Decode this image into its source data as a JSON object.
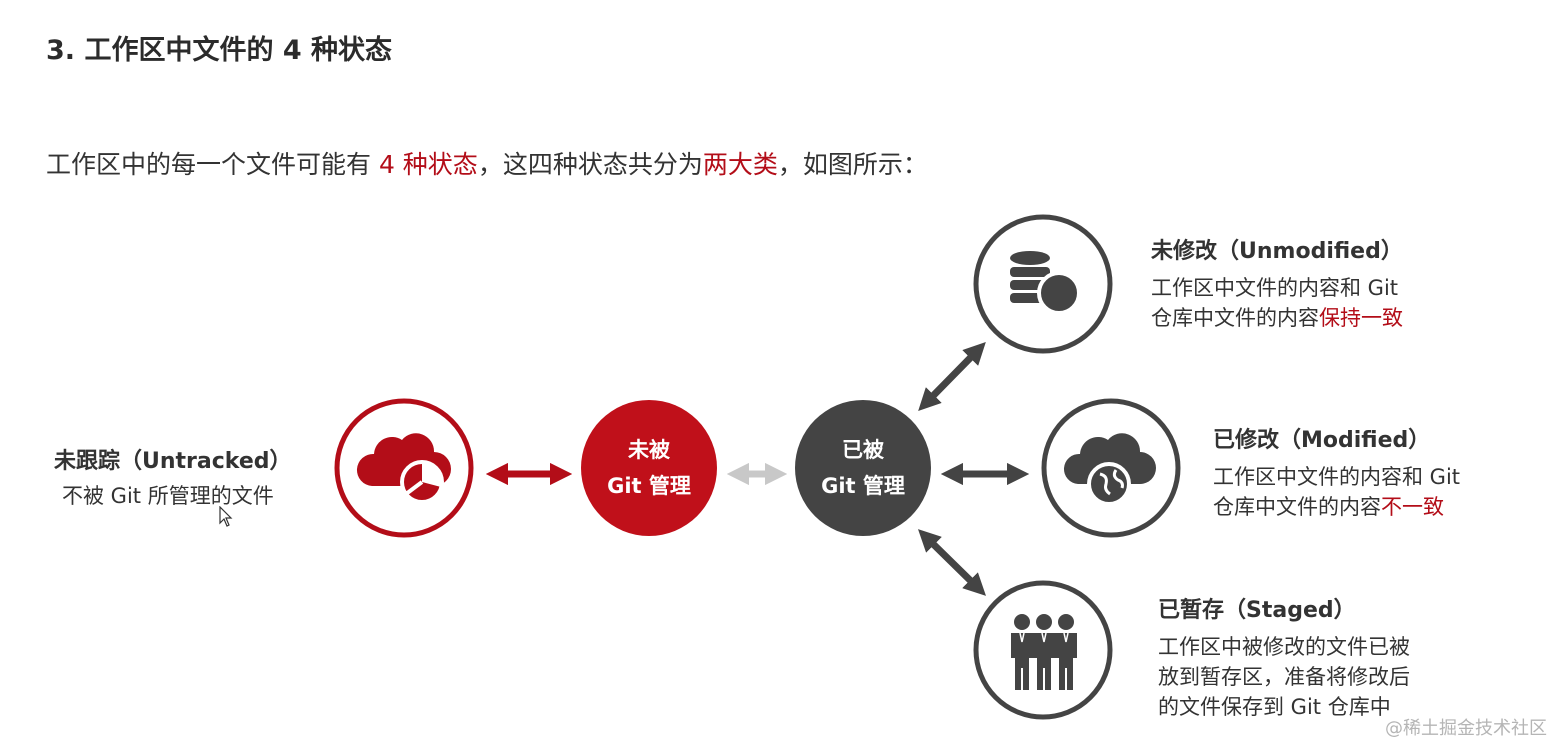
{
  "title": "3. 工作区中文件的 4 种状态",
  "intro": {
    "part1": "工作区中的每一个文件可能有 ",
    "highlight1": "4 种状态",
    "part2": "，这四种状态共分为",
    "highlight2": "两大类",
    "part3": "，如图所示："
  },
  "untracked": {
    "heading": "未跟踪（Untracked）",
    "desc": "不被 Git 所管理的文件"
  },
  "node_unmanaged": {
    "line1": "未被",
    "line2": "Git 管理"
  },
  "node_managed": {
    "line1": "已被",
    "line2": "Git 管理"
  },
  "unmodified": {
    "heading": "未修改（Unmodified）",
    "line1": "工作区中文件的内容和 Git",
    "line2": "仓库中文件的内容",
    "highlight": "保持一致"
  },
  "modified": {
    "heading": "已修改（Modified）",
    "line1": "工作区中文件的内容和 Git",
    "line2": "仓库中文件的内容",
    "highlight": "不一致"
  },
  "staged": {
    "heading": "已暂存（Staged）",
    "line1": "工作区中被修改的文件已被",
    "line2": "放到暂存区，准备将修改后",
    "line3": "的文件保存到 Git 仓库中"
  },
  "icons": {
    "untracked": "cloud-chart-icon",
    "unmodified": "database-icon",
    "modified": "cloud-globe-icon",
    "staged": "people-group-icon"
  },
  "colors": {
    "accent": "#b30d18",
    "dark": "#444444",
    "light_arrow": "#c8c8c8"
  },
  "watermark": "@稀土掘金技术社区"
}
